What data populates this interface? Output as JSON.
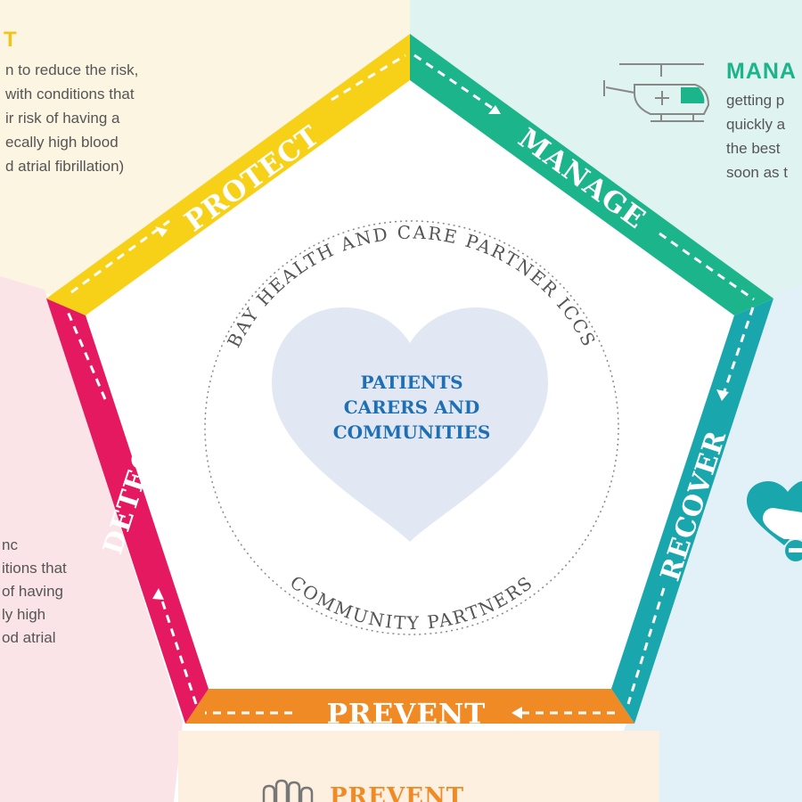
{
  "colors": {
    "protect": "#f7d117",
    "manage": "#1cb48a",
    "recover": "#1aa6ad",
    "prevent": "#f08a24",
    "detect": "#e5195f",
    "heart_fill": "#e2e8f3",
    "heart_text": "#1f6fb5",
    "ring_text": "#555555",
    "protect_bg": "#fcf5e2",
    "manage_bg": "#dff3f1",
    "detect_bg": "#fbe4e7",
    "recover_bg": "#e2f1f8",
    "prevent_bg": "#fdf0e1"
  },
  "stages": {
    "protect": "PROTECT",
    "manage": "MANAGE",
    "recover": "RECOVER",
    "prevent": "PREVENT",
    "detect": "DETECT"
  },
  "center": {
    "line1": "PATIENTS",
    "line2": "CARERS AND",
    "line3": "COMMUNITIES"
  },
  "ring": {
    "top": "BAY HEALTH AND CARE PARTNER ICCS",
    "bottom": "COMMUNITY PARTNERS"
  },
  "panels": {
    "protect": {
      "heading": "T",
      "lines": [
        "n to reduce the risk,",
        "with conditions that",
        "ir risk of having a",
        "ecally high blood",
        "d atrial fibrillation)"
      ]
    },
    "manage": {
      "heading": "MANA",
      "lines": [
        "getting p",
        "quickly a",
        "the best",
        "soon as t"
      ],
      "icon": "helicopter-icon"
    },
    "detect": {
      "lines": [
        "nc",
        "itions that",
        "of having",
        "ly high",
        "od atrial"
      ]
    },
    "recover": {
      "icon": "heart-hand-icon"
    },
    "prevent": {
      "heading": "PREVENT",
      "icon": "hand-icon"
    }
  }
}
